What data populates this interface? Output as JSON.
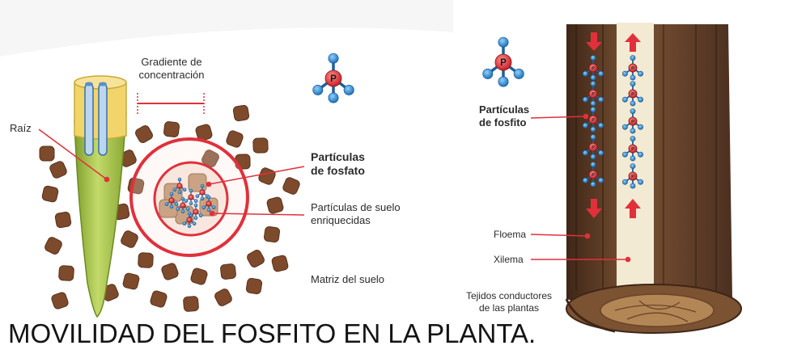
{
  "left_panel": {
    "gradient_label": [
      "Gradiente de",
      "concentración"
    ],
    "root_label": "Raíz",
    "phosphate_label": [
      "Partículas",
      "de fosfato"
    ],
    "enriched_label": [
      "Partículas de suelo",
      "enriquecidas"
    ],
    "matrix_label": "Matriz del suelo"
  },
  "right_panel": {
    "phosphite_label": [
      "Partículas",
      "de fosfito"
    ],
    "phloem_label": "Floema",
    "xylem_label": "Xilema",
    "tissues_label": [
      "Tejidos conductores",
      "de las plantas"
    ]
  },
  "molecule_center_letter": "P",
  "title": "MOVILIDAD DEL FOSFITO EN LA PLANTA.",
  "colors": {
    "soil_particle": "#7d4a2c",
    "root_green": "#a7c64a",
    "root_yellow": "#f2d56a",
    "callout_red": "#e0313b",
    "molecule_blue": "#2b82c9",
    "molecule_red": "#e03a3e",
    "bark_brown": "#6e4a2e",
    "xylem_cream": "#f3ead3"
  }
}
